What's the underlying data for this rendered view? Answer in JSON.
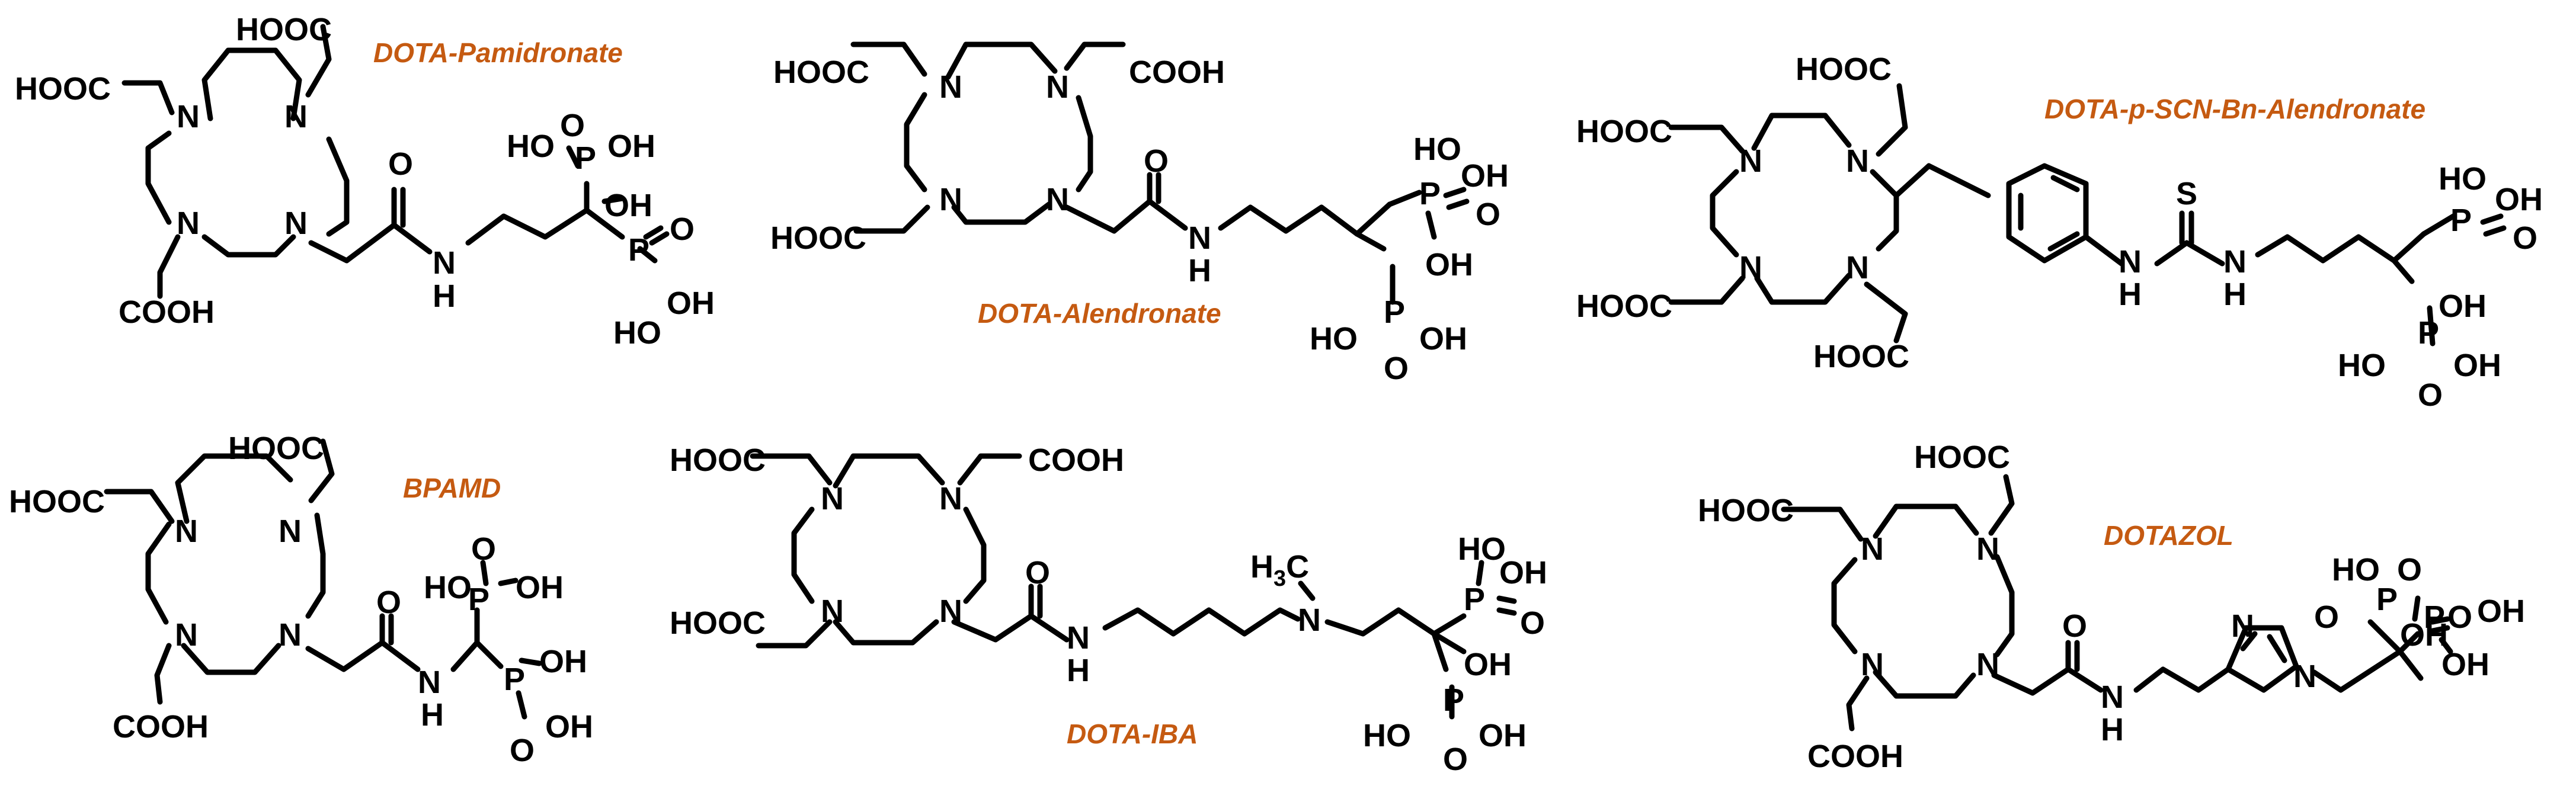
{
  "name_color": "#c55a11",
  "compounds": [
    {
      "name": "DOTA-Pamidronate"
    },
    {
      "name": "DOTA-Alendronate"
    },
    {
      "name": "DOTA-p-SCN-Bn-Alendronate"
    },
    {
      "name": "BPAMD"
    },
    {
      "name": "DOTA-IBA"
    },
    {
      "name": "DOTAZOL"
    }
  ],
  "atoms": {
    "N": "N",
    "NH": "N",
    "H": "H",
    "P": "P",
    "O": "O",
    "S": "S",
    "OH": "OH",
    "HO": "HO",
    "HOOC": "HOOC",
    "COOH": "COOH",
    "H3C_H": "H",
    "H3C_sub": "3",
    "H3C_C": "C"
  }
}
